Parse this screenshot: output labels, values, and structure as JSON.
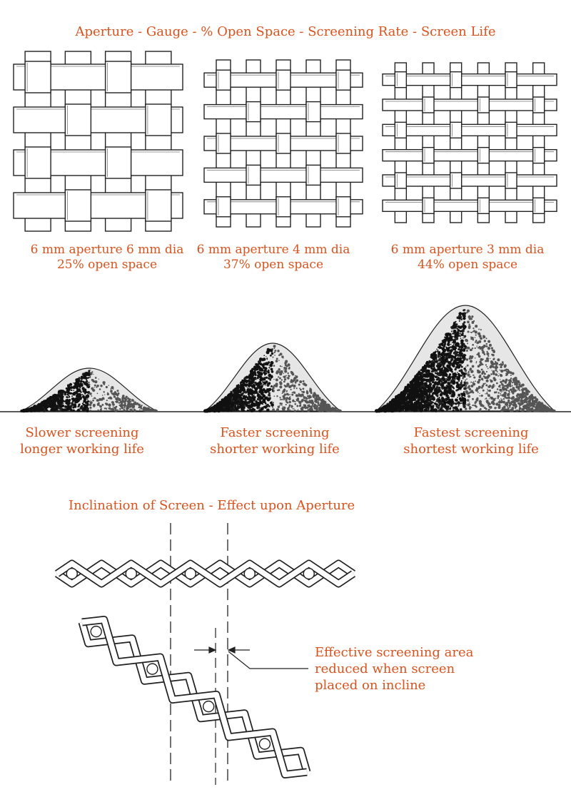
{
  "title": "Aperture - Gauge - % Open Space - Screening Rate - Screen Life",
  "meshes": [
    {
      "line1": "6 mm aperture 6 mm dia",
      "line2": "25% open space"
    },
    {
      "line1": "6 mm aperture 4 mm dia",
      "line2": "37% open space"
    },
    {
      "line1": "6 mm aperture 3 mm dia",
      "line2": "44% open space"
    }
  ],
  "piles": [
    {
      "line1": "Slower screening",
      "line2": "longer working life"
    },
    {
      "line1": "Faster screening",
      "line2": "shorter working life"
    },
    {
      "line1": "Fastest screening",
      "line2": "shortest working life"
    }
  ],
  "inclination": {
    "title": "Inclination of Screen - Effect upon Aperture",
    "note_line1": "Effective screening area",
    "note_line2": "reduced when screen",
    "note_line3": "placed on incline"
  },
  "colors": {
    "text": "#d9531e",
    "ink": "#222222"
  }
}
